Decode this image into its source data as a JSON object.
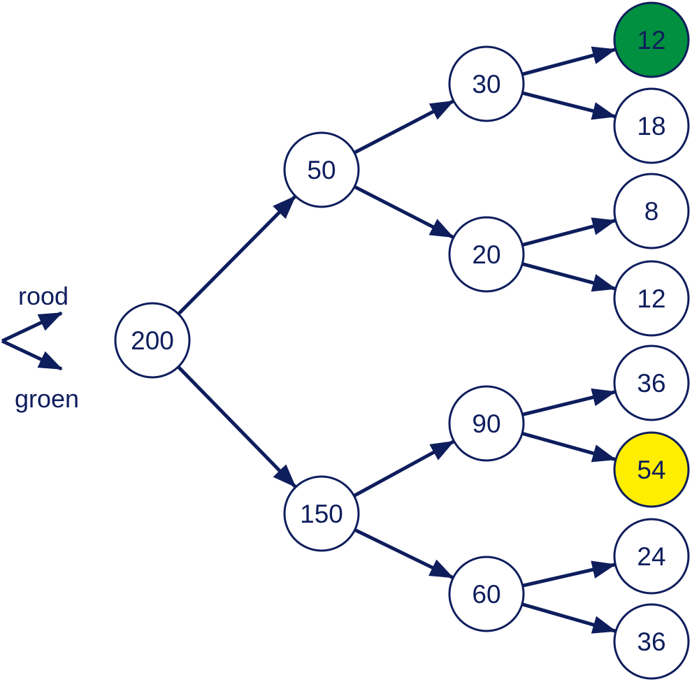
{
  "legend": {
    "up_label": "rood",
    "down_label": "groen"
  },
  "colors": {
    "stroke": "#0e1d5c",
    "default_fill": "#ffffff",
    "green": "#009040",
    "yellow": "#ffee00"
  },
  "tree": {
    "root": {
      "value": "200"
    },
    "level1": [
      {
        "value": "50"
      },
      {
        "value": "150"
      }
    ],
    "level2": [
      {
        "value": "30"
      },
      {
        "value": "20"
      },
      {
        "value": "90"
      },
      {
        "value": "60"
      }
    ],
    "level3": [
      {
        "value": "12",
        "highlight": "green"
      },
      {
        "value": "18"
      },
      {
        "value": "8"
      },
      {
        "value": "12"
      },
      {
        "value": "36"
      },
      {
        "value": "54",
        "highlight": "yellow"
      },
      {
        "value": "24"
      },
      {
        "value": "36"
      }
    ]
  }
}
